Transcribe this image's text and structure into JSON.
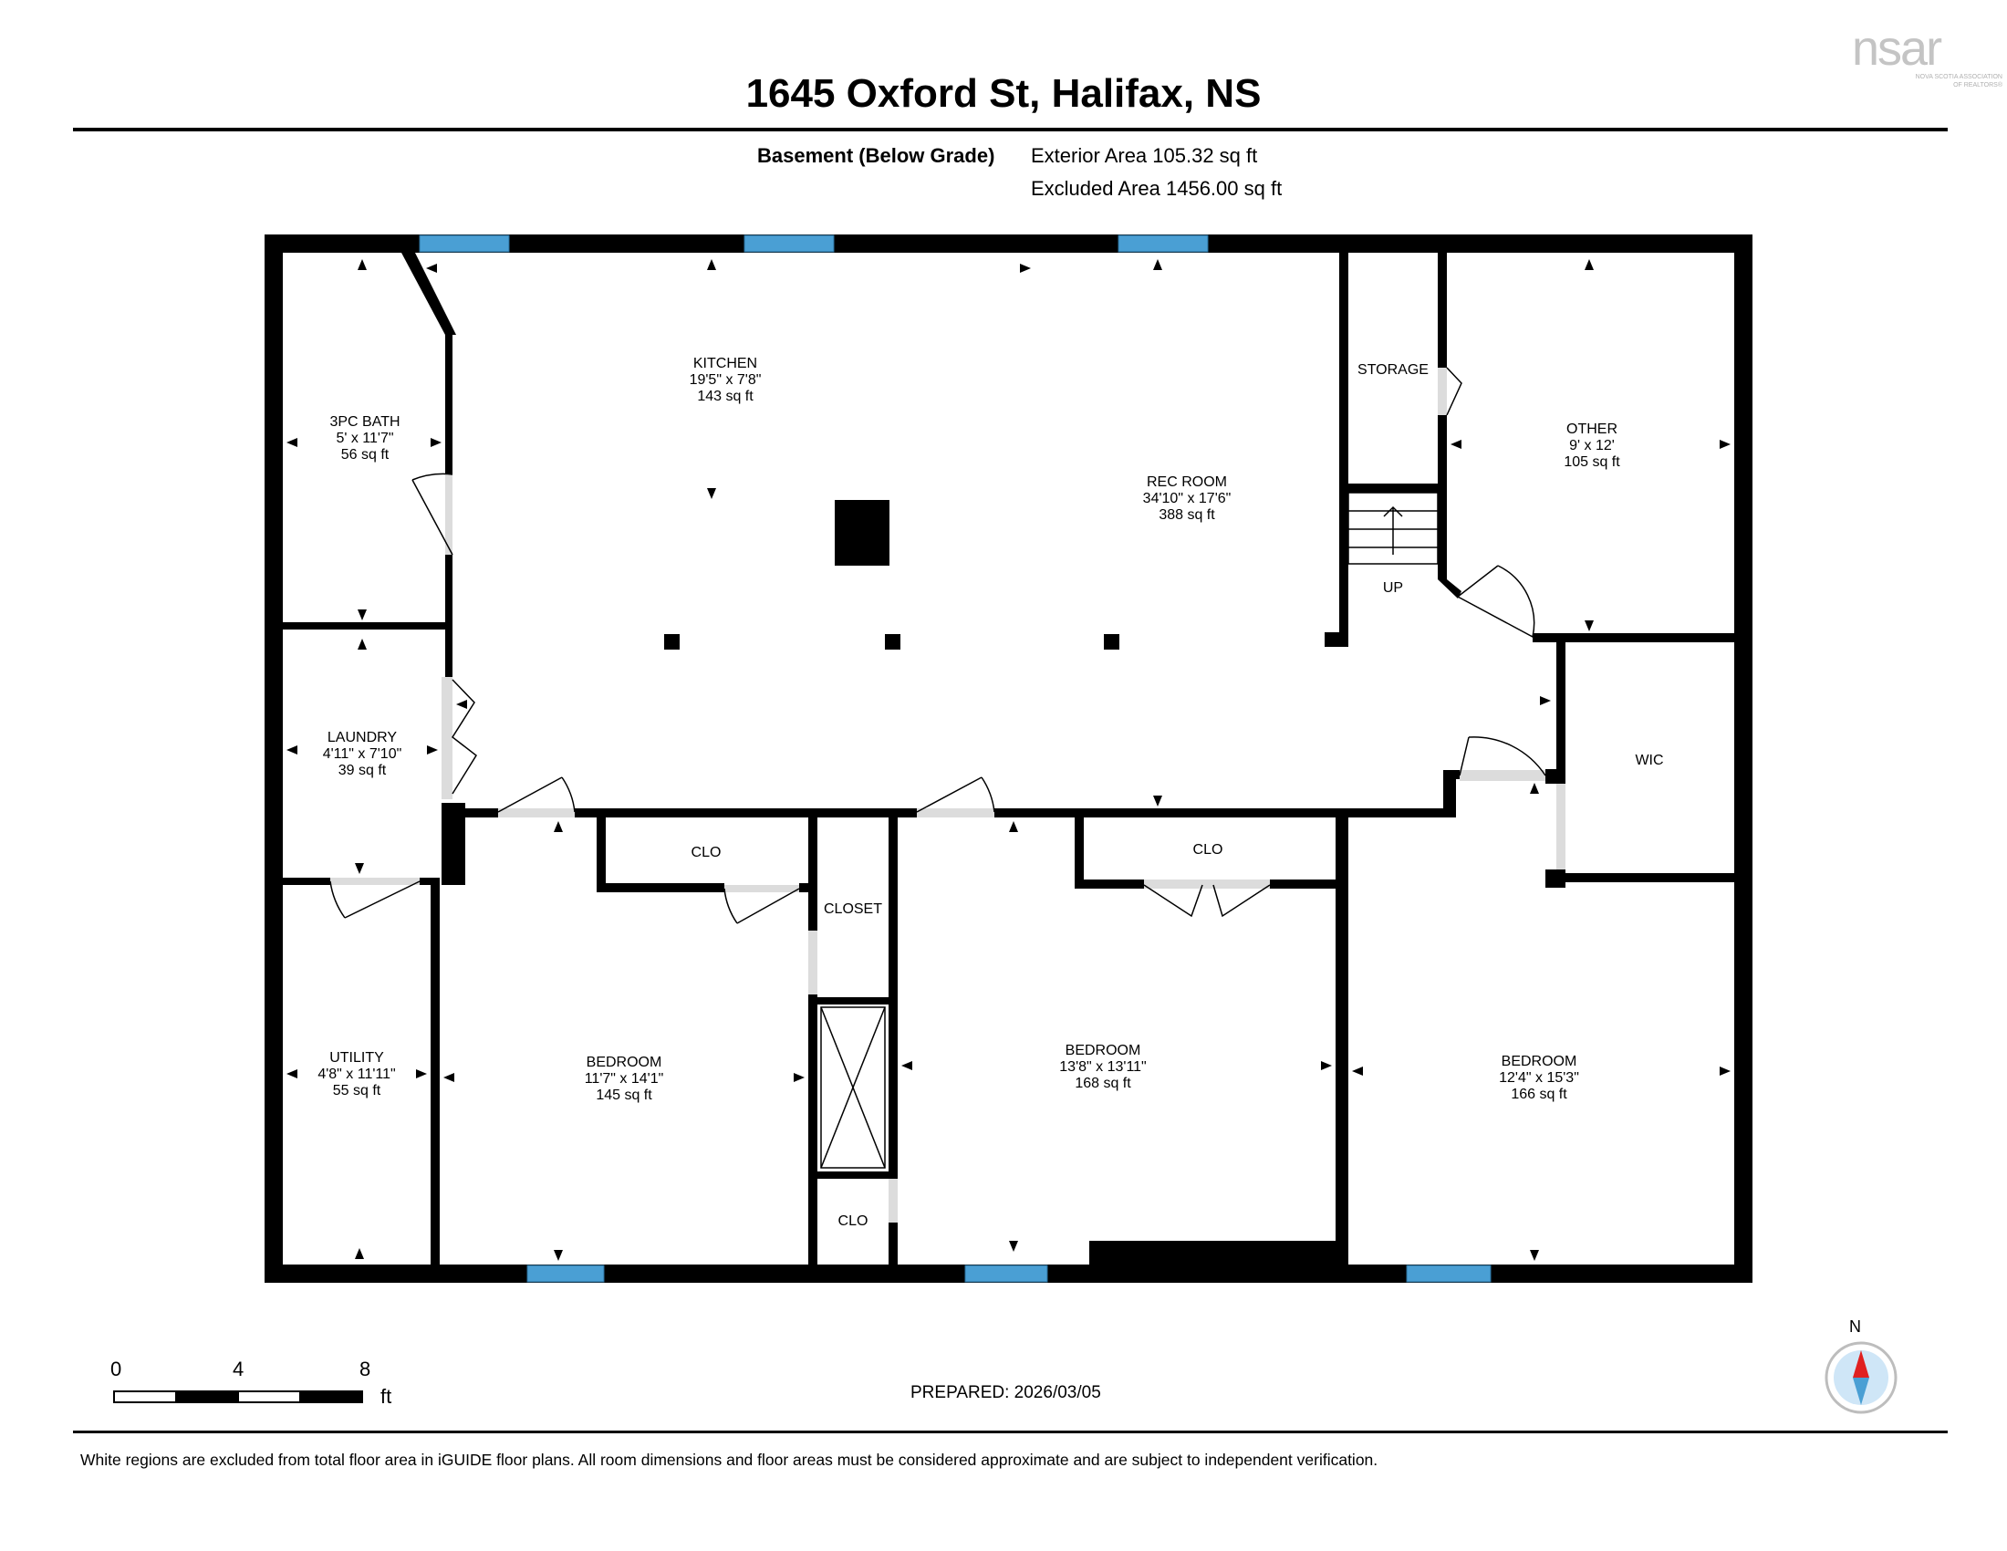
{
  "header": {
    "title": "1645 Oxford St, Halifax, NS",
    "logo_text": "nsar",
    "logo_subtext_1": "NOVA SCOTIA ASSOCIATION",
    "logo_subtext_2": "OF REALTORS®"
  },
  "floor": {
    "name": "Basement (Below Grade)",
    "exterior_area": "Exterior Area 105.32 sq ft",
    "excluded_area": "Excluded Area 1456.00 sq ft"
  },
  "rooms": {
    "kitchen": {
      "name": "KITCHEN",
      "dims": "19'5\" x 7'8\"",
      "area": "143 sq ft"
    },
    "bath": {
      "name": "3PC BATH",
      "dims": "5' x 11'7\"",
      "area": "56 sq ft"
    },
    "rec": {
      "name": "REC ROOM",
      "dims": "34'10\" x 17'6\"",
      "area": "388 sq ft"
    },
    "storage": {
      "name": "STORAGE"
    },
    "other": {
      "name": "OTHER",
      "dims": "9' x 12'",
      "area": "105 sq ft"
    },
    "up": {
      "name": "UP"
    },
    "laundry": {
      "name": "LAUNDRY",
      "dims": "4'11\" x 7'10\"",
      "area": "39 sq ft"
    },
    "wic": {
      "name": "WIC"
    },
    "clo1": {
      "name": "CLO"
    },
    "closet": {
      "name": "CLOSET"
    },
    "clo2": {
      "name": "CLO"
    },
    "clo3": {
      "name": "CLO"
    },
    "utility": {
      "name": "UTILITY",
      "dims": "4'8\" x 11'11\"",
      "area": "55 sq ft"
    },
    "bedroom1": {
      "name": "BEDROOM",
      "dims": "11'7\" x 14'1\"",
      "area": "145 sq ft"
    },
    "bedroom2": {
      "name": "BEDROOM",
      "dims": "13'8\" x 13'11\"",
      "area": "168 sq ft"
    },
    "bedroom3": {
      "name": "BEDROOM",
      "dims": "12'4\" x 15'3\"",
      "area": "166 sq ft"
    }
  },
  "scale": {
    "ticks": [
      "0",
      "4",
      "8"
    ],
    "unit": "ft"
  },
  "compass": {
    "label": "N"
  },
  "prepared": "PREPARED: 2026/03/05",
  "footer": "White regions are excluded from total floor area in iGUIDE floor plans. All room dimensions and floor areas must be considered approximate and are subject to independent verification.",
  "colors": {
    "wall": "#000000",
    "window": "#4a9fd4",
    "door": "#dcdcdc",
    "compass_fill": "#cfe6f7",
    "compass_needle": "#e02020"
  }
}
